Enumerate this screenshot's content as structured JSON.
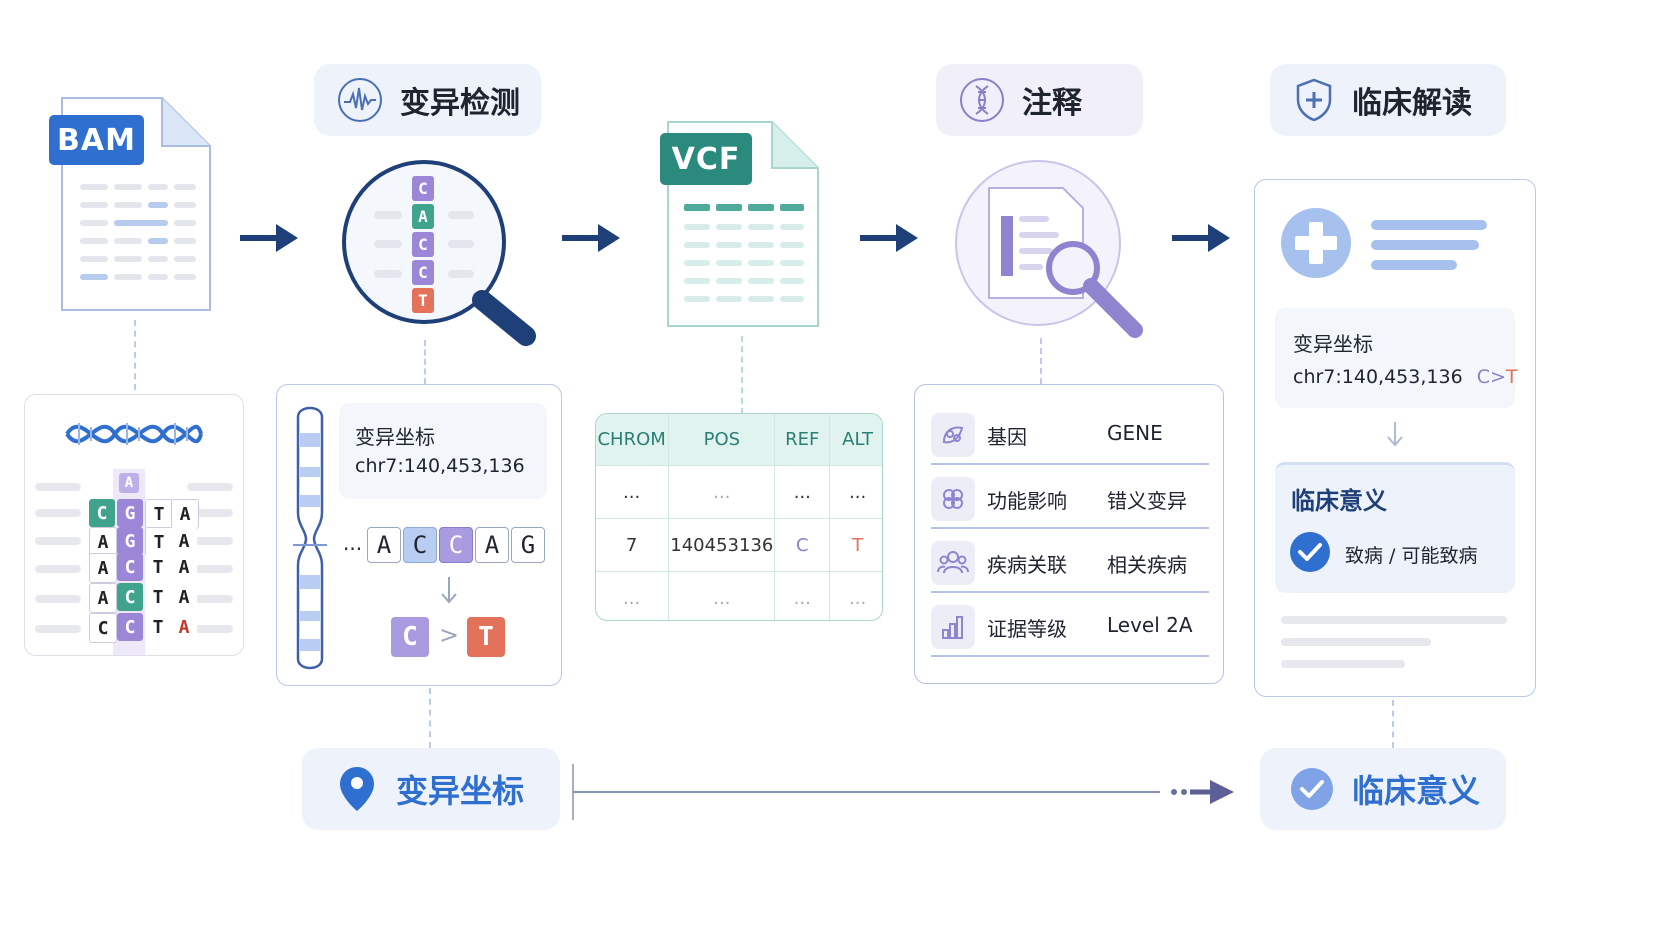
{
  "stages": {
    "variant_calling": "变异检测",
    "annotation": "注释",
    "clinical": "临床解读"
  },
  "files": {
    "bam": "BAM",
    "vcf": "VCF"
  },
  "reads": {
    "rows": [
      [
        "C",
        "G",
        "T",
        "A"
      ],
      [
        "A",
        "G",
        "T",
        "A"
      ],
      [
        "A",
        "C",
        "T",
        "A"
      ],
      [
        "A",
        "C",
        "T",
        "A"
      ],
      [
        "C",
        "C",
        "T",
        "A"
      ]
    ],
    "partial_top": "A"
  },
  "magnifier_bases": [
    "C",
    "A",
    "C",
    "C",
    "T"
  ],
  "variant_card": {
    "label": "变异坐标",
    "coord": "chr7:140,453,136",
    "seq_prefix": "...",
    "sequence": [
      "A",
      "C",
      "C",
      "A",
      "G"
    ],
    "ref": "C",
    "gt": ">",
    "alt": "T"
  },
  "vcf_table": {
    "headers": [
      "CHROM",
      "POS",
      "REF",
      "ALT"
    ],
    "rows": [
      [
        "...",
        "...",
        "...",
        "..."
      ],
      [
        "7",
        "140453136",
        "C",
        "T"
      ],
      [
        "...",
        "...",
        "...",
        "..."
      ]
    ]
  },
  "annotation_rows": [
    {
      "key": "基因",
      "value": "GENE",
      "icon": "gene-icon"
    },
    {
      "key": "功能影响",
      "value": "错义变异",
      "icon": "protein-icon"
    },
    {
      "key": "疾病关联",
      "value": "相关疾病",
      "icon": "people-icon"
    },
    {
      "key": "证据等级",
      "value": "Level 2A",
      "icon": "bar-chart-icon"
    }
  ],
  "clinical_card": {
    "coord_label": "变异坐标",
    "coord": "chr7:140,453,136",
    "change_ref": "C",
    "change_gt": ">",
    "change_alt": "T",
    "significance_label": "临床意义",
    "significance_value": "致病 / 可能致病"
  },
  "bottom": {
    "left": "变异坐标",
    "right": "临床意义"
  },
  "colors": {
    "bam_blue": "#2f6fd0",
    "vcf_teal": "#2b8a7e",
    "base_C": "#6f8fd6",
    "base_A": "#3fa38e",
    "base_T": "#e4715a",
    "base_Cmag": "#9c86d8",
    "arrow_navy": "#1f3f78",
    "lavender": "#9a8fd3"
  }
}
